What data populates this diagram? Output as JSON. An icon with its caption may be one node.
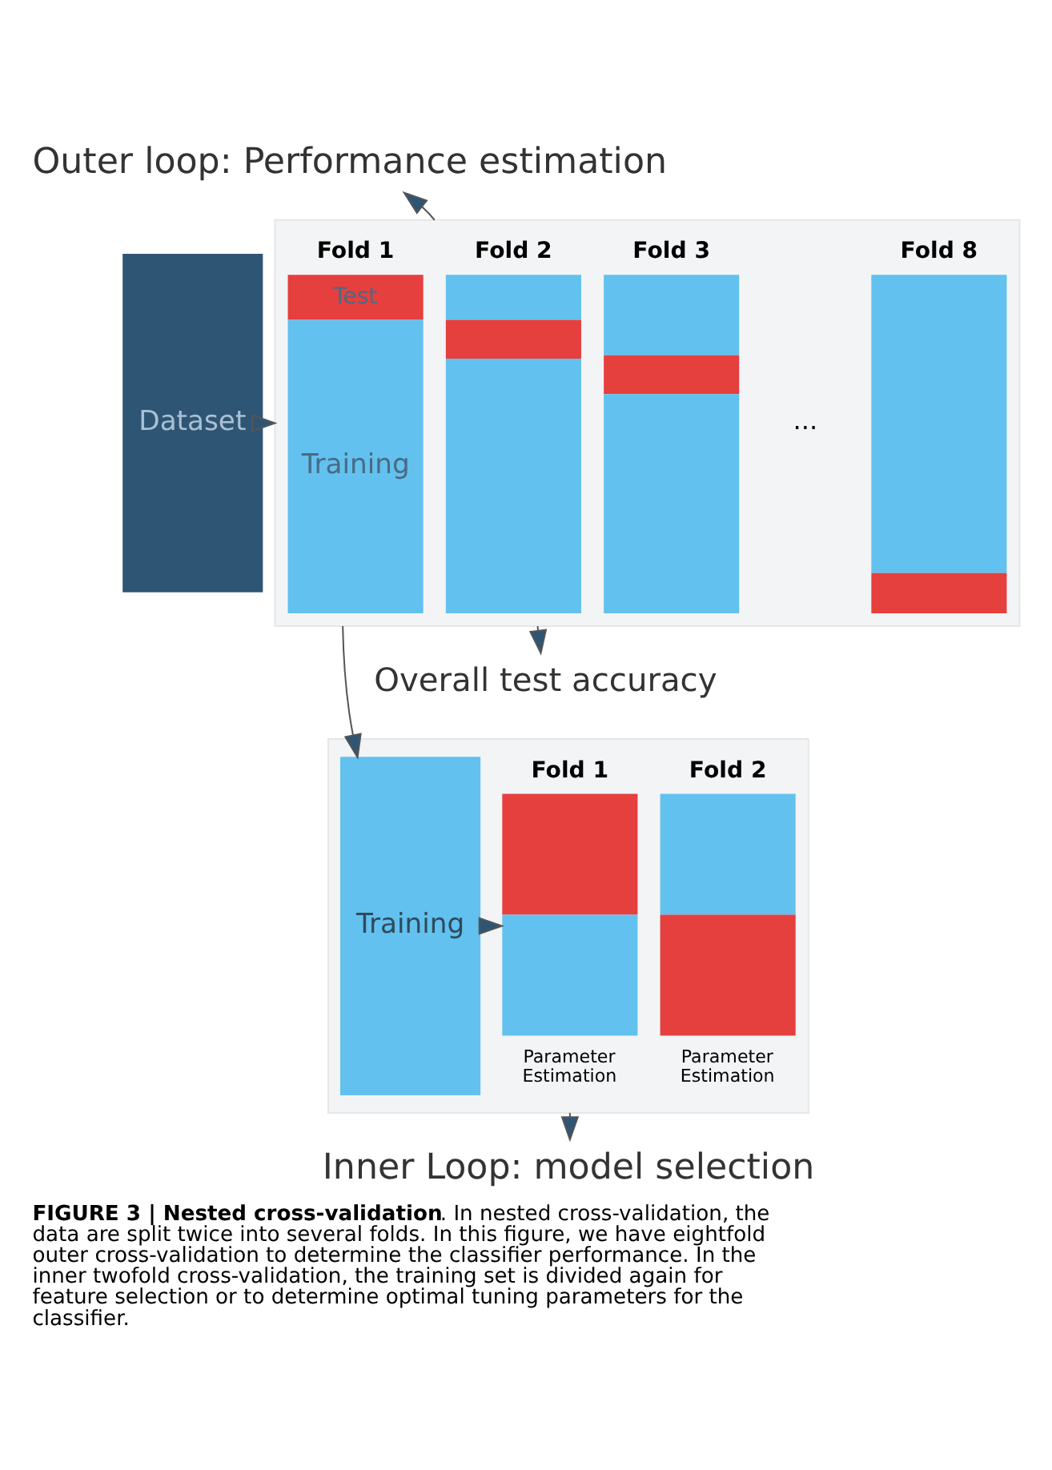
{
  "diagram": {
    "caption": "**FIGURE 3 | Nested cross-validation**. In nested cross-validation, the data are split twice into several folds. In this figure, we have eightfold outer cross-validation to determine the classifier performance. In the inner twofold cross-validation, the training set is divided again for feature selection or to determine optimal tuning parameters for the classifier.",
    "nodes": [
      {
        "text": [
          "Outer loop: Performance estimation"
        ]
      },
      {
        "text": [
          "Dataset"
        ]
      },
      {
        "text": [],
        "shape": "box"
      },
      {
        "text": [
          "Fold 1",
          "Test",
          "Training"
        ],
        "in": 2
      },
      {
        "text": [
          "Fold 2"
        ],
        "in": 2
      },
      {
        "text": [
          "Fold 3"
        ],
        "in": 2
      },
      {
        "text": [
          "Fold 8"
        ],
        "in": 2
      },
      {
        "text": [
          "Overall test accuracy"
        ]
      },
      {
        "text": [],
        "shape": "box"
      },
      {
        "text": [
          "Training"
        ],
        "in": 8
      },
      {
        "text": [
          "Fold 1",
          "Parameter Estimation"
        ],
        "in": 8
      },
      {
        "text": [
          "Fold 2",
          "Parameter Estimation"
        ],
        "in": 8
      },
      {
        "text": [
          "Inner Loop: model selection"
        ]
      }
    ],
    "edges": [
      {
        "from": 1,
        "to": 2,
        "arrow": "to"
      },
      {
        "from": 2,
        "to": 0,
        "arrow": "to"
      },
      {
        "from": 2,
        "to": 7,
        "arrow": "to"
      },
      {
        "from": 2,
        "to": 9,
        "arrow": "to"
      },
      {
        "from": 9,
        "to": 10,
        "arrow": "to"
      },
      {
        "from": 8,
        "to": 12,
        "arrow": "to"
      }
    ],
    "labels": [
      "..."
    ]
  }
}
